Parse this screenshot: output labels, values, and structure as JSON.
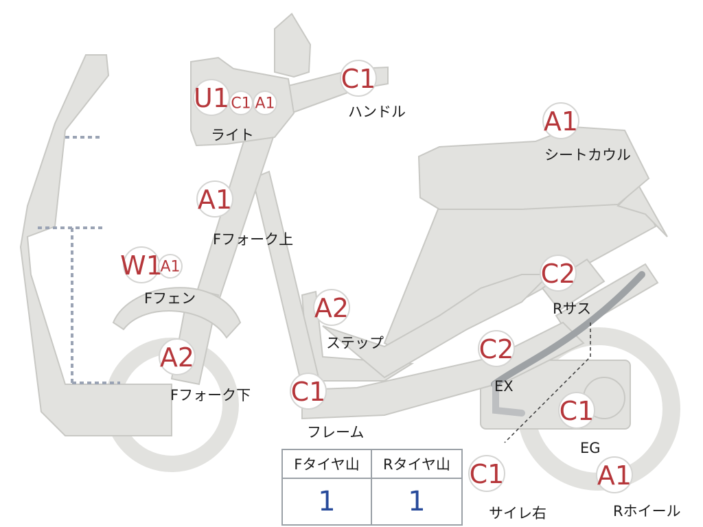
{
  "colors": {
    "body": "#e2e2df",
    "outline": "#c8c8c4",
    "badge_text": "#b5363a",
    "table_value": "#274a9a",
    "dashed": "#9aa3b4"
  },
  "badges": [
    {
      "code": "C1"
    },
    {
      "code": "U1"
    },
    {
      "code": "C1"
    },
    {
      "code": "A1"
    },
    {
      "code": "A1"
    },
    {
      "code": "A1"
    },
    {
      "code": "W1"
    },
    {
      "code": "A1"
    },
    {
      "code": "A2"
    },
    {
      "code": "A2"
    },
    {
      "code": "C1"
    },
    {
      "code": "C2"
    },
    {
      "code": "C2"
    },
    {
      "code": "C1"
    },
    {
      "code": "A1"
    },
    {
      "code": "C1"
    }
  ],
  "labels": {
    "handle": "ハンドル",
    "light": "ライト",
    "seat_cowl": "シートカウル",
    "f_fork_upper": "Fフォーク上",
    "f_fender": "Fフェン",
    "step": "ステップ",
    "r_sus": "Rサス",
    "f_fork_lower": "Fフォーク下",
    "ex": "EX",
    "frame": "フレーム",
    "eg": "EG",
    "r_wheel": "Rホイール",
    "side_cover_right": "サイレ右"
  },
  "table": {
    "headers": [
      "Fタイヤ山",
      "Rタイヤ山"
    ],
    "values": [
      "1",
      "1"
    ]
  }
}
